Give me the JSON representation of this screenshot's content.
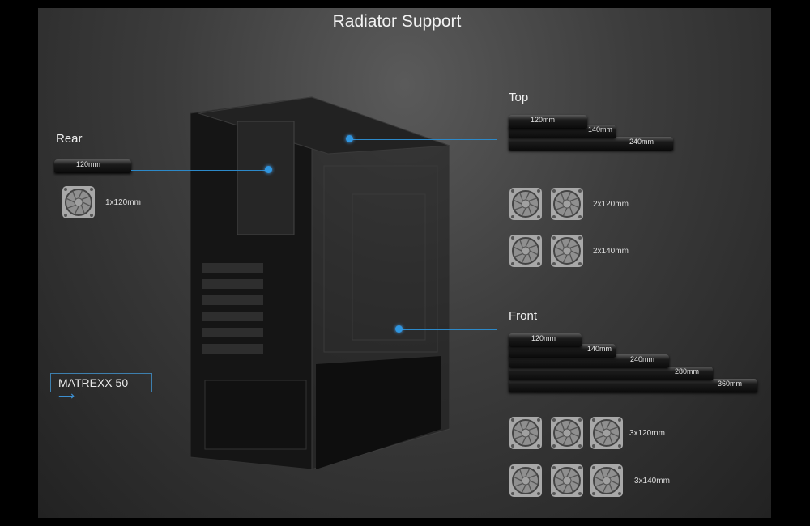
{
  "title": "Radiator Support",
  "rear": {
    "label": "Rear",
    "bars": [
      "120mm"
    ],
    "fan_label": "1x120mm",
    "fan_count": 1
  },
  "top": {
    "label": "Top",
    "bars": [
      "120mm",
      "140mm",
      "240mm"
    ],
    "fan_rows": [
      {
        "count": 2,
        "label": "2x120mm"
      },
      {
        "count": 2,
        "label": "2x140mm"
      }
    ]
  },
  "front": {
    "label": "Front",
    "bars": [
      "120mm",
      "140mm",
      "240mm",
      "280mm",
      "360mm"
    ],
    "fan_rows": [
      {
        "count": 3,
        "label": "3x120mm"
      },
      {
        "count": 3,
        "label": "3x140mm"
      }
    ]
  },
  "model": {
    "label": "MATREXX 50",
    "arrow": "⟶"
  },
  "colors": {
    "accent": "#2f96e0",
    "fan": "#a8a8a8"
  }
}
